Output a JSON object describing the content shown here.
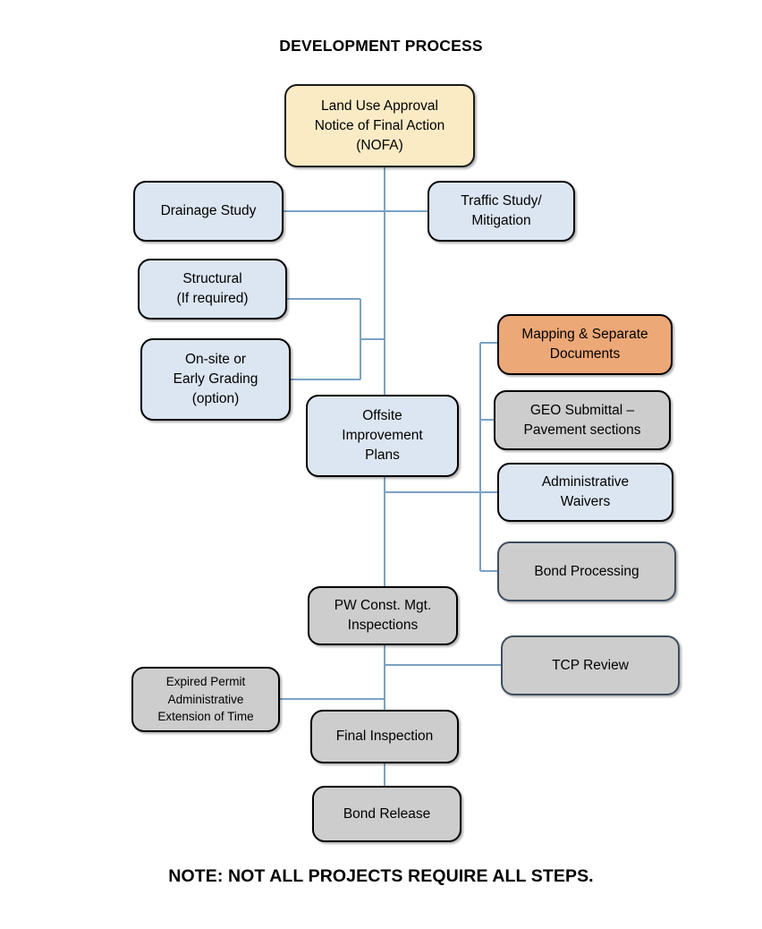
{
  "diagram": {
    "title": "DEVELOPMENT PROCESS",
    "note": "NOTE: NOT ALL PROJECTS REQUIRE ALL STEPS.",
    "type": "flowchart",
    "colors": {
      "cream_fill": "#fbebc5",
      "blue_fill": "#dce6f2",
      "orange_fill": "#eda877",
      "gray_fill": "#cdcdcd",
      "border_black": "#000000",
      "border_blue_gray": "#3f4d5f",
      "connector_line": "#7ba2c4",
      "background": "#ffffff",
      "text": "#000000"
    },
    "nodes": [
      {
        "id": "nofa",
        "label": "Land Use Approval\nNotice of Final Action\n(NOFA)",
        "style": "cream"
      },
      {
        "id": "drainage",
        "label": "Drainage Study",
        "style": "blue"
      },
      {
        "id": "traffic",
        "label": "Traffic Study/\nMitigation",
        "style": "blue"
      },
      {
        "id": "structural",
        "label": "Structural\n(If required)",
        "style": "blue"
      },
      {
        "id": "onsite",
        "label": "On-site or\nEarly Grading\n(option)",
        "style": "blue"
      },
      {
        "id": "offsite",
        "label": "Offsite\nImprovement\nPlans",
        "style": "blue"
      },
      {
        "id": "mapping",
        "label": "Mapping & Separate\nDocuments",
        "style": "orange"
      },
      {
        "id": "geo",
        "label": "GEO Submittal –\nPavement sections",
        "style": "gray"
      },
      {
        "id": "waivers",
        "label": "Administrative\nWaivers",
        "style": "blue"
      },
      {
        "id": "bond_processing",
        "label": "Bond Processing",
        "style": "gray-blue-border"
      },
      {
        "id": "pw_const",
        "label": "PW Const. Mgt.\nInspections",
        "style": "gray"
      },
      {
        "id": "tcp",
        "label": "TCP Review",
        "style": "gray-blue-border"
      },
      {
        "id": "expired",
        "label": "Expired Permit\nAdministrative\nExtension of Time",
        "style": "gray"
      },
      {
        "id": "final",
        "label": "Final Inspection",
        "style": "gray"
      },
      {
        "id": "bond_release",
        "label": "Bond Release",
        "style": "gray"
      }
    ],
    "edges": [
      {
        "from": "nofa",
        "to": "drainage"
      },
      {
        "from": "nofa",
        "to": "traffic"
      },
      {
        "from": "structural",
        "to": "offsite"
      },
      {
        "from": "onsite",
        "to": "offsite"
      },
      {
        "from": "nofa",
        "to": "offsite"
      },
      {
        "from": "offsite",
        "to": "mapping"
      },
      {
        "from": "offsite",
        "to": "geo"
      },
      {
        "from": "offsite",
        "to": "waivers"
      },
      {
        "from": "offsite",
        "to": "bond_processing"
      },
      {
        "from": "offsite",
        "to": "pw_const"
      },
      {
        "from": "pw_const",
        "to": "tcp"
      },
      {
        "from": "pw_const",
        "to": "expired"
      },
      {
        "from": "pw_const",
        "to": "final"
      },
      {
        "from": "final",
        "to": "bond_release"
      }
    ]
  }
}
